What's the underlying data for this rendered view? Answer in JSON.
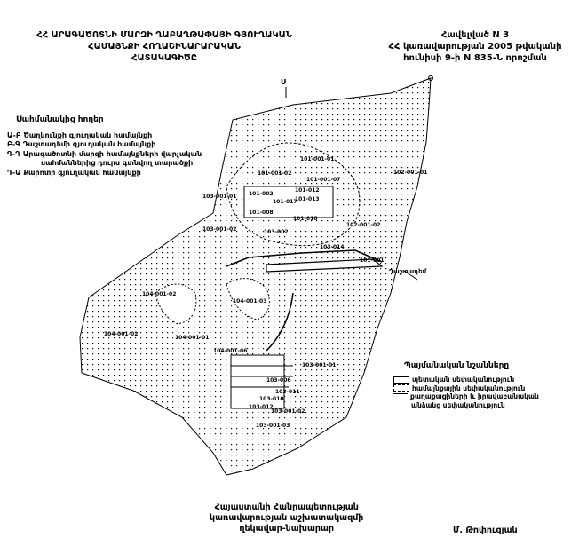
{
  "header": {
    "title_lines": [
      "ՀՀ ԱՐԱԳԱԾՈՏՆԻ ՄԱՐԶԻ ՂԱԲԱՂԹԱՓԱՅԻ ԳՅՈՒՂԱԿԱՆ",
      "ՀԱՄԱՅՆՔԻ ՀՈՂԱՇԻՆԱՐԱՐԱԿԱՆ",
      "ՀԱՏԱԿԱԳԻԾԸ"
    ],
    "annex_lines": [
      "Հավելված N 3",
      "ՀՀ կառավարության 2005 թվականի",
      "հունիսի 9-ի N 835-Ն որոշման"
    ]
  },
  "adjacent_lands": {
    "heading": "Սահմանակից հողեր",
    "items": [
      "Ա-Բ  Ծաղկունքի գյուղական համայնքի",
      "Բ-Գ Դաշտադեմի գյուղական համայնքի",
      "Գ-Դ Արագածոտնի մարզի համայնքների վարչական",
      "սահմաններից դուրս գտնվող տարածքի",
      "Դ-Ա Քարոտի գյուղական համայնքի"
    ]
  },
  "map": {
    "north_mark": "Ս",
    "neighbor_label": "Դաշտադեմ",
    "parcel_labels": [
      "101-001-01",
      "101-001-02",
      "101-001-07",
      "101-012",
      "101-013",
      "101-002",
      "101-017",
      "101-008",
      "101-018",
      "102-001-01",
      "102-001-02",
      "103-001-01",
      "103-001-02",
      "103-002",
      "103-014",
      "101-001",
      "104-001-02",
      "104-001-03",
      "104-001-01",
      "104-001-02",
      "104-001-06",
      "103-001-01",
      "103-001-02",
      "103-001-03",
      "103-011",
      "103-010",
      "103-012",
      "103-006"
    ]
  },
  "legend": {
    "heading": "Պայմանական նշանները",
    "items": [
      "պետական սեփականություն",
      "համայնքային սեփականություն",
      "քաղաքացիների և իրավաբանական",
      "անձանց սեփականություն"
    ]
  },
  "signature": {
    "lines": [
      "Հայաստանի Հանրապետության",
      "կառավարության աշխատակազմի",
      "ղեկավար-նախարար"
    ],
    "name": "Մ. Թոփուզյան"
  }
}
